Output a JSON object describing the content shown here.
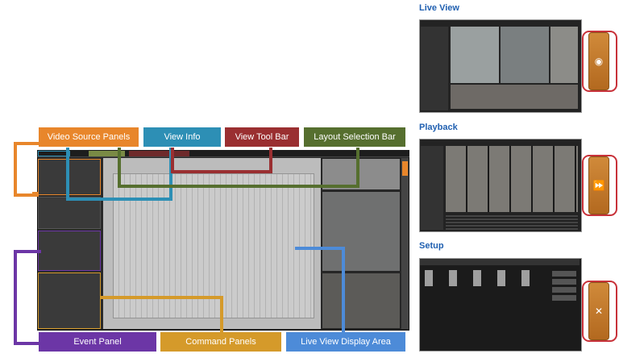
{
  "labels": {
    "video_source_panels": "Video Source Panels",
    "view_info": "View Info",
    "view_tool_bar": "View Tool Bar",
    "layout_selection_bar": "Layout Selection Bar",
    "event_panel": "Event Panel",
    "command_panels": "Command Panels",
    "live_view_display_area": "Live View Display Area"
  },
  "right_sections": {
    "live_view": "Live View",
    "playback": "Playback",
    "setup": "Setup"
  },
  "icons": {
    "live_view": "eye-icon",
    "playback": "fast-forward-icon",
    "setup": "tools-icon"
  },
  "colors": {
    "orange": "#e8862b",
    "teal": "#2d8fb5",
    "red": "#9a2f31",
    "green": "#566f2f",
    "purple": "#6c36a6",
    "gold": "#d59a2a",
    "blue": "#4d8bd8",
    "section_title": "#1f5fb0"
  }
}
